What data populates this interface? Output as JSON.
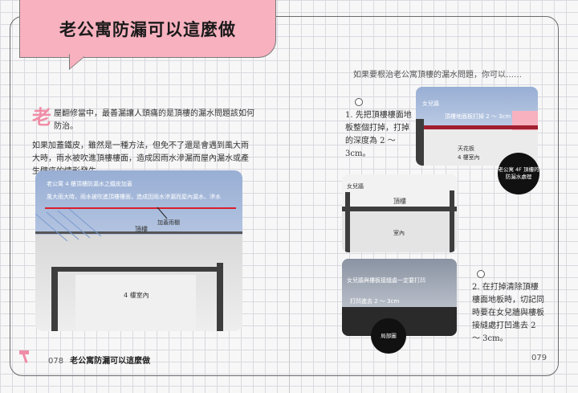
{
  "header": {
    "title": "老公寓防漏可以這麼做"
  },
  "intro": {
    "dropcap": "老",
    "p1": "屋翻修當中，最善漏讓人頭痛的是頂樓的漏水問題該如何防治。",
    "p2": "如果加蓋鐵皮，雖然是一種方法，但免不了還是會遇到風大雨大時，雨水被吹進頂樓樓面，造成因雨水滲漏而屋內漏水或產生壁癌的情形發生。"
  },
  "main_photo": {
    "title": "老公寓 4 樓頂樓防漏水之鐵皮加蓋",
    "caption": "風大雨大時，雨水被吹進頂樓樓面，造成因雨水滲漏而屋內漏水、滲水",
    "label_rooftop": "頂樓",
    "label_cover": "加蓋雨棚",
    "label_room": "4 樓室內"
  },
  "right": {
    "intro": "如果要根治老公寓頂樓的漏水問題，你可以……",
    "step1": "1. 先把頂樓樓面地板整個打掉，打掉的深度為 2 ～ 3cm。",
    "step2": "2. 在打掉清除頂樓樓面地板時，切記同時要在女兒牆與樓板接縫處打凹進去 2 ～ 3cm。",
    "photo1": {
      "parapet": "女兒牆",
      "floor_note": "頂樓地面板打掉 2 ～ 3cm",
      "ceiling": "天花板",
      "room": "4 樓室內"
    },
    "photo2": {
      "parapet": "女兒牆",
      "rooftop": "頂樓",
      "room": "室內"
    },
    "photo3": {
      "joint_note": "女兒牆與樓板接縫處一定要打凹",
      "depth_note": "打凹進去 2 ～ 3cm"
    },
    "badge_waterproof": "老公寓 4F 頂樓的防漏水處理",
    "badge_detail": "局部圖"
  },
  "footer": {
    "left_page": "078",
    "left_title": "老公寓防漏可以這麼做",
    "right_page": "079"
  },
  "colors": {
    "banner": "#f7b1bf",
    "accent": "#f08ca6",
    "rain_line": "#d81e2c"
  }
}
